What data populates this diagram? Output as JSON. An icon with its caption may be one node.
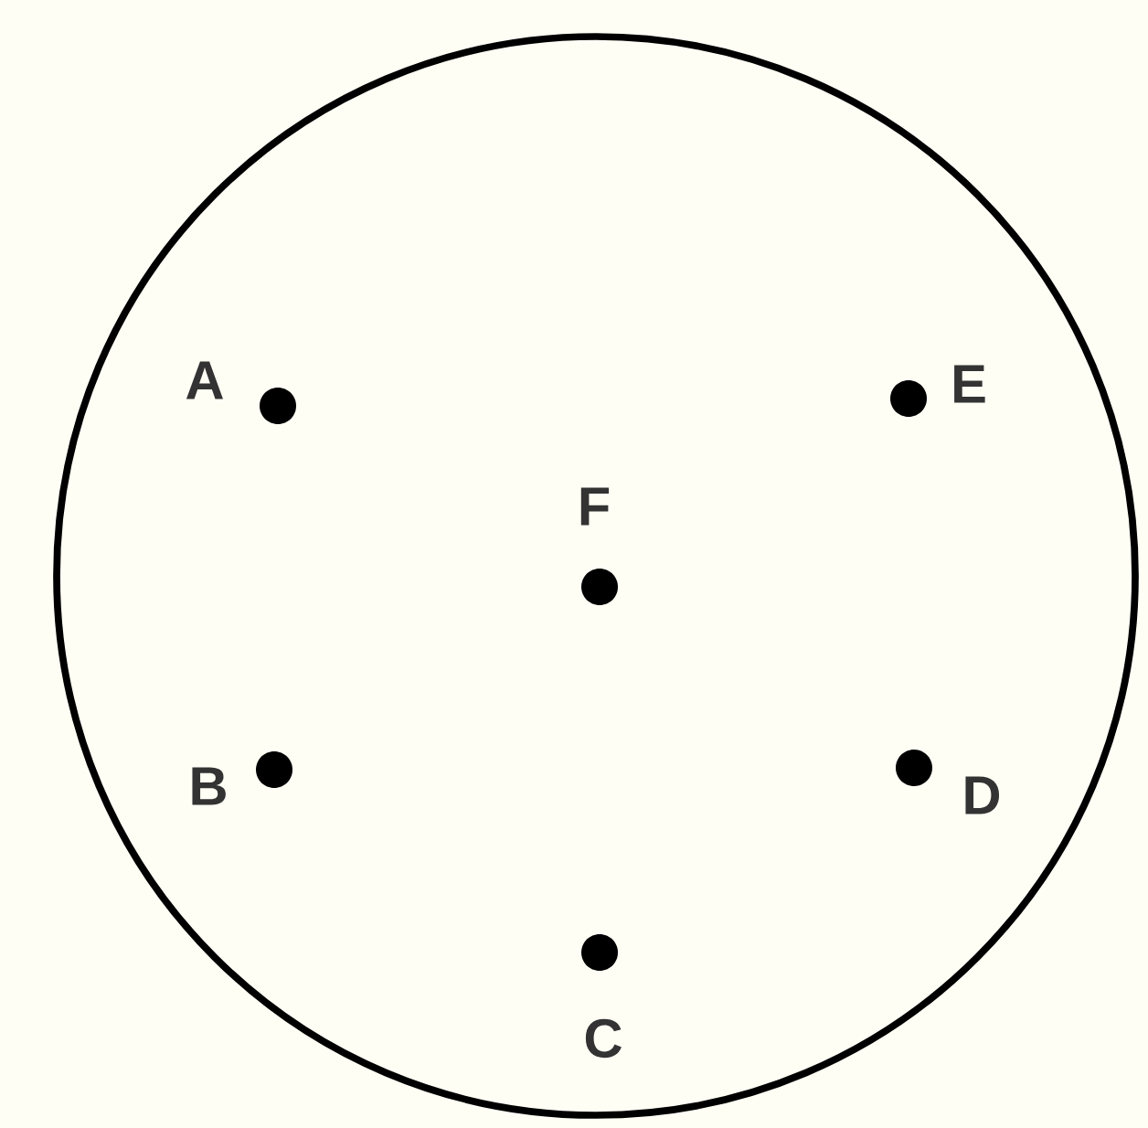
{
  "diagram": {
    "nodes": [
      {
        "text": [],
        "shape": "circle"
      }
    ],
    "labels": [
      "A",
      "E",
      "F",
      "B",
      "D",
      "C"
    ]
  }
}
